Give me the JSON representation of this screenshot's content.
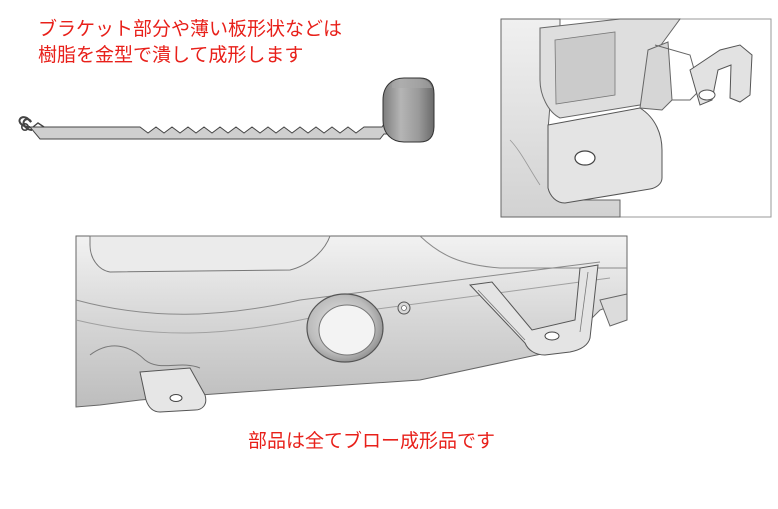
{
  "annotations": {
    "top_line1": "ブラケット部分や薄い板形状などは",
    "top_line2": "樹脂を金型で潰して成形します",
    "bottom": "部品は全てブロー成形品です"
  },
  "colors": {
    "annotation_text": "#e8201a",
    "part_light": "#e6e6e6",
    "part_mid": "#c9c9c9",
    "part_dark": "#8e8e8e",
    "edge_line": "#555555"
  },
  "figures": {
    "cross_section": "flattened-bracket-cross-section",
    "closeup": "bracket-closeup-render",
    "overview": "blow-molded-part-render"
  }
}
